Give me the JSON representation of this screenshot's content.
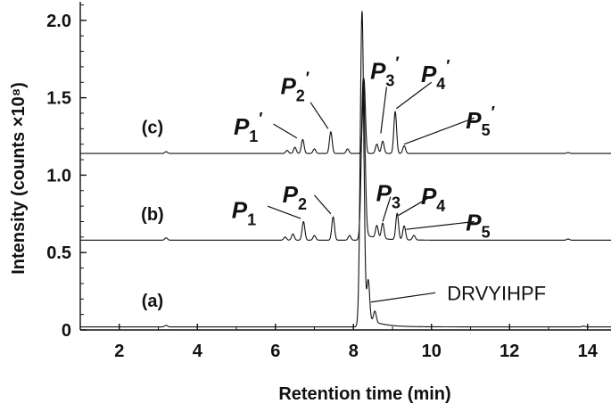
{
  "chart_data": {
    "type": "line",
    "xlabel": "Retention time (min)",
    "ylabel": "Intensity (counts ×10⁸)",
    "xlim": [
      1.0,
      14.6
    ],
    "ylim": [
      0,
      2.12
    ],
    "xticks": [
      2,
      4,
      6,
      8,
      10,
      12,
      14
    ],
    "xtick_labels": [
      "2",
      "4",
      "6",
      "8",
      "10",
      "12",
      "14"
    ],
    "yticks": [
      0,
      0.5,
      1.0,
      1.5,
      2.0
    ],
    "ytick_labels": [
      "0",
      "0.5",
      "1.0",
      "1.5",
      "2.0"
    ],
    "grid": false,
    "series": [
      {
        "name": "(a)",
        "baseline": 0.02,
        "peaks": [
          {
            "x": 3.2,
            "height": 0.01
          },
          {
            "x": 8.22,
            "height": 2.04
          },
          {
            "x": 8.38,
            "height": 0.25
          },
          {
            "x": 8.55,
            "height": 0.07
          },
          {
            "x": 13.9,
            "height": 0.005
          }
        ]
      },
      {
        "name": "(b)",
        "baseline": 0.58,
        "peaks": [
          {
            "x": 3.2,
            "height": 0.015
          },
          {
            "x": 6.25,
            "height": 0.02
          },
          {
            "x": 6.45,
            "height": 0.04
          },
          {
            "x": 6.72,
            "height": 0.12
          },
          {
            "x": 7.0,
            "height": 0.03
          },
          {
            "x": 7.48,
            "height": 0.15
          },
          {
            "x": 7.9,
            "height": 0.03
          },
          {
            "x": 8.25,
            "height": 1.04
          },
          {
            "x": 8.6,
            "height": 0.08
          },
          {
            "x": 8.75,
            "height": 0.1
          },
          {
            "x": 9.12,
            "height": 0.17
          },
          {
            "x": 9.3,
            "height": 0.09
          },
          {
            "x": 9.55,
            "height": 0.03
          },
          {
            "x": 13.5,
            "height": 0.008
          }
        ]
      },
      {
        "name": "(c)",
        "baseline": 1.14,
        "peaks": [
          {
            "x": 3.2,
            "height": 0.012
          },
          {
            "x": 6.3,
            "height": 0.02
          },
          {
            "x": 6.5,
            "height": 0.04
          },
          {
            "x": 6.7,
            "height": 0.09
          },
          {
            "x": 7.0,
            "height": 0.03
          },
          {
            "x": 7.42,
            "height": 0.14
          },
          {
            "x": 7.85,
            "height": 0.03
          },
          {
            "x": 8.27,
            "height": 0.48
          },
          {
            "x": 8.6,
            "height": 0.06
          },
          {
            "x": 8.75,
            "height": 0.08
          },
          {
            "x": 9.07,
            "height": 0.27
          },
          {
            "x": 9.3,
            "height": 0.05
          },
          {
            "x": 13.5,
            "height": 0.006
          }
        ]
      }
    ],
    "trace_labels": [
      {
        "series": "(a)",
        "text": "(a)",
        "x": 2.85,
        "y": 0.15
      },
      {
        "series": "(b)",
        "text": "(b)",
        "x": 2.85,
        "y": 0.71
      },
      {
        "series": "(c)",
        "text": "(c)",
        "x": 2.85,
        "y": 1.27
      }
    ],
    "annotations": [
      {
        "text": "DRVYIHPF",
        "base": "",
        "sub": "",
        "prime": false,
        "x": 10.4,
        "y": 0.24,
        "line_from": [
          10.1,
          0.24
        ],
        "line_to": [
          8.45,
          0.18
        ]
      },
      {
        "text": "P1",
        "base": "P",
        "sub": "1",
        "prime": false,
        "x": 5.2,
        "y": 0.78,
        "line_from": [
          5.8,
          0.8
        ],
        "line_to": [
          6.65,
          0.72
        ]
      },
      {
        "text": "P2",
        "base": "P",
        "sub": "2",
        "prime": false,
        "x": 6.5,
        "y": 0.88,
        "line_from": [
          7.0,
          0.87
        ],
        "line_to": [
          7.42,
          0.75
        ]
      },
      {
        "text": "P3",
        "base": "P",
        "sub": "3",
        "prime": false,
        "x": 8.9,
        "y": 0.89,
        "line_from": [
          8.95,
          0.86
        ],
        "line_to": [
          8.75,
          0.7
        ]
      },
      {
        "text": "P4",
        "base": "P",
        "sub": "4",
        "prime": false,
        "x": 10.05,
        "y": 0.87,
        "line_from": [
          9.9,
          0.85
        ],
        "line_to": [
          9.15,
          0.74
        ]
      },
      {
        "text": "P5",
        "base": "P",
        "sub": "5",
        "prime": false,
        "x": 11.2,
        "y": 0.7,
        "line_from": [
          11.1,
          0.7
        ],
        "line_to": [
          9.35,
          0.65
        ]
      },
      {
        "text": "P1′",
        "base": "P",
        "sub": "1",
        "prime": true,
        "x": 5.25,
        "y": 1.32,
        "line_from": [
          5.95,
          1.33
        ],
        "line_to": [
          6.55,
          1.24
        ]
      },
      {
        "text": "P2′",
        "base": "P",
        "sub": "2",
        "prime": true,
        "x": 6.45,
        "y": 1.58,
        "line_from": [
          6.9,
          1.47
        ],
        "line_to": [
          7.35,
          1.3
        ]
      },
      {
        "text": "P3′",
        "base": "P",
        "sub": "3",
        "prime": true,
        "x": 8.75,
        "y": 1.68,
        "line_from": [
          8.85,
          1.57
        ],
        "line_to": [
          8.7,
          1.27
        ]
      },
      {
        "text": "P4′",
        "base": "P",
        "sub": "4",
        "prime": true,
        "x": 10.05,
        "y": 1.66,
        "line_from": [
          10.0,
          1.6
        ],
        "line_to": [
          9.1,
          1.43
        ]
      },
      {
        "text": "P5′",
        "base": "P",
        "sub": "5",
        "prime": true,
        "x": 11.2,
        "y": 1.36,
        "line_from": [
          11.1,
          1.37
        ],
        "line_to": [
          9.3,
          1.2
        ]
      }
    ]
  }
}
